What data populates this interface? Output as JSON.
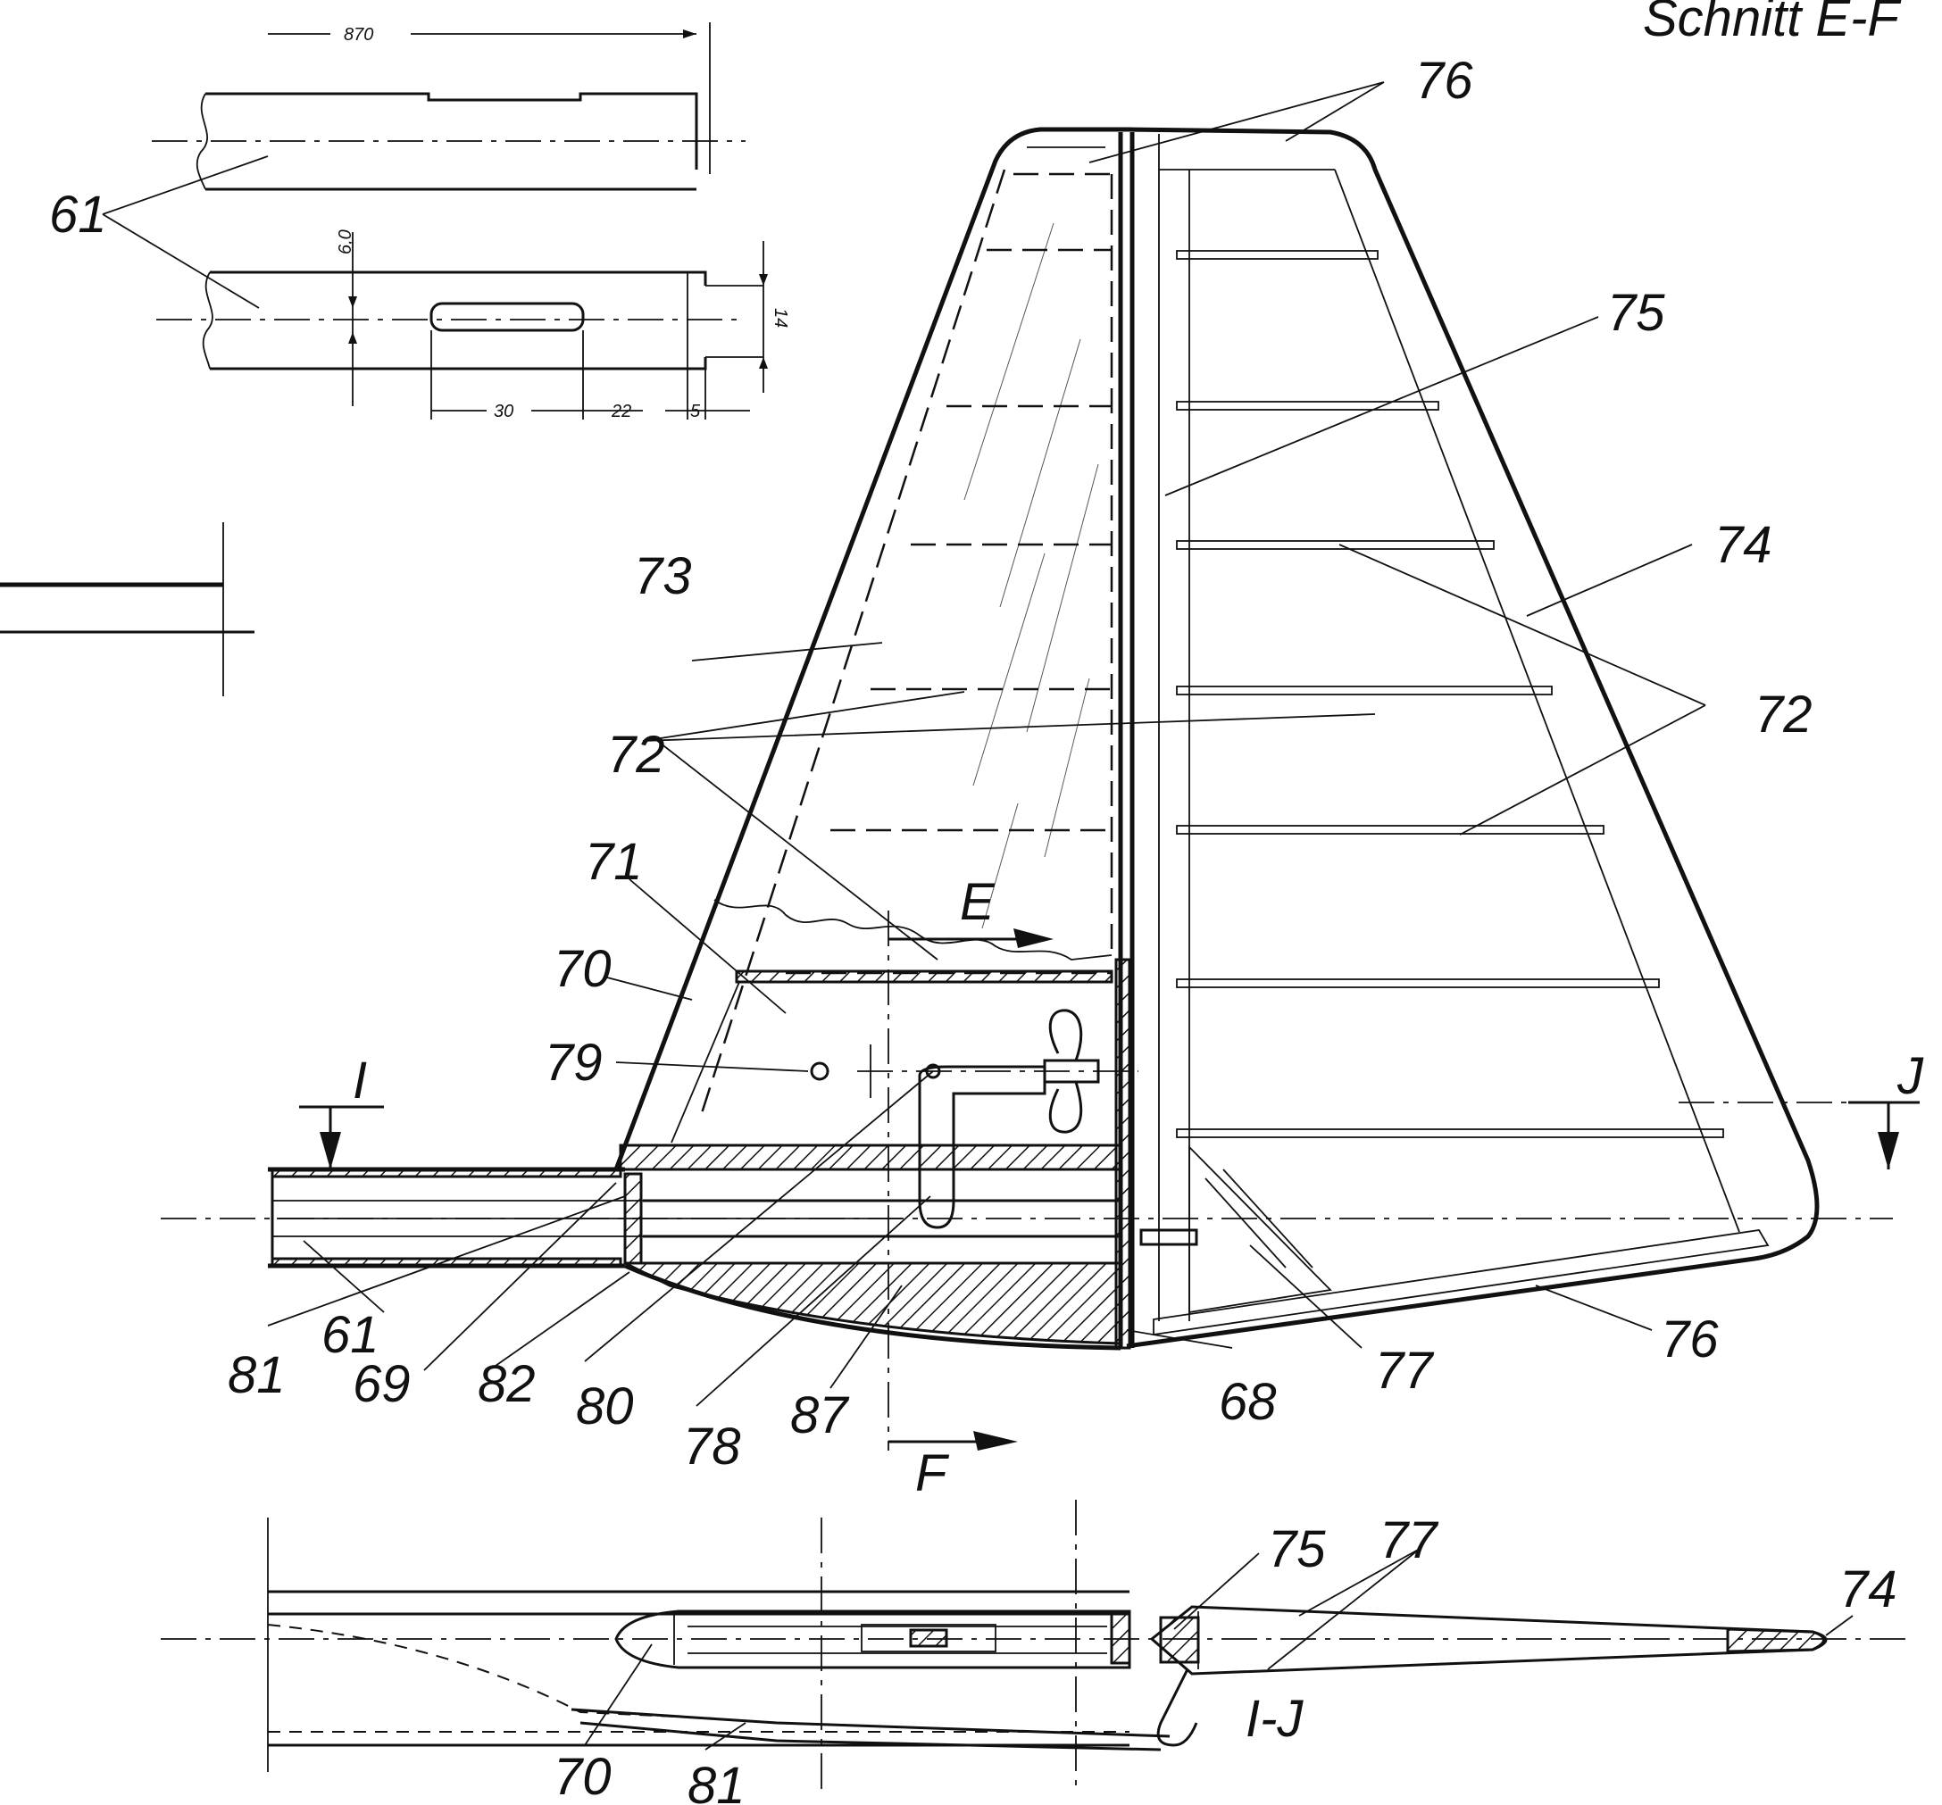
{
  "title": "Schnitt E-F",
  "section_labels": {
    "e": "E",
    "f": "F",
    "i": "I",
    "j": "J",
    "ij": "I-J"
  },
  "dimensions": {
    "d870": "870",
    "d6": "6,0",
    "d14": "14",
    "d30": "30",
    "d22": "22",
    "d5": "5"
  },
  "parts": {
    "p61a": "61",
    "p61b": "61",
    "p68": "68",
    "p69": "69",
    "p70a": "70",
    "p70b": "70",
    "p71": "71",
    "p72a": "72",
    "p72b": "72",
    "p73": "73",
    "p74a": "74",
    "p74b": "74",
    "p75a": "75",
    "p75b": "75",
    "p76a": "76",
    "p76b": "76",
    "p77a": "77",
    "p77b": "77",
    "p78": "78",
    "p79": "79",
    "p80": "80",
    "p81a": "81",
    "p81b": "81",
    "p82": "82",
    "p87": "87"
  }
}
